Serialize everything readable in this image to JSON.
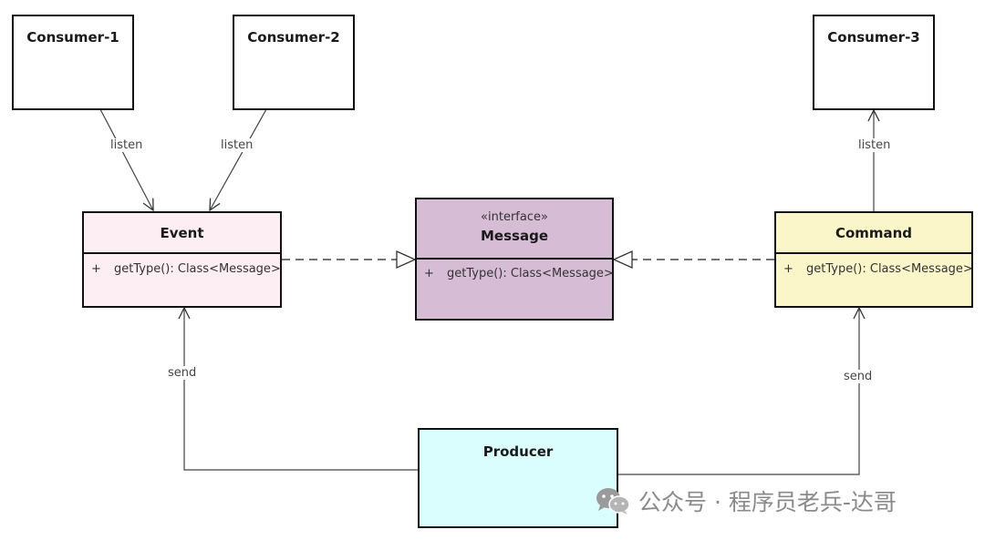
{
  "consumers": [
    {
      "name": "Consumer-1"
    },
    {
      "name": "Consumer-2"
    },
    {
      "name": "Consumer-3"
    }
  ],
  "event": {
    "name": "Event",
    "fill": "#fdeef3",
    "member": {
      "visibility": "+",
      "signature": "getType(): Class<Message>"
    }
  },
  "message": {
    "stereotype": "«interface»",
    "name": "Message",
    "fill": "#d7bcd5",
    "member": {
      "visibility": "+",
      "signature": "getType(): Class<Message>"
    }
  },
  "command": {
    "name": "Command",
    "fill": "#fbf6c9",
    "member": {
      "visibility": "+",
      "signature": "getType(): Class<Message>"
    }
  },
  "producer": {
    "name": "Producer",
    "fill": "#dafdfe"
  },
  "edge_labels": {
    "listen_1": "listen",
    "listen_2": "listen",
    "listen_3": "listen",
    "send_event": "send",
    "send_command": "send"
  },
  "watermark": {
    "icon": "wechat-icon",
    "text": "公众号 · 程序员老兵-达哥"
  }
}
